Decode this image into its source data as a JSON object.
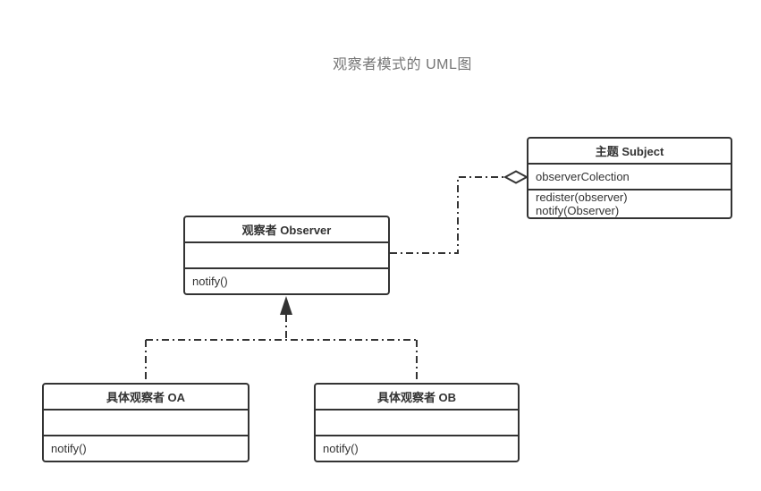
{
  "title": "观察者模式的 UML图",
  "colors": {
    "background": "#ffffff",
    "line": "#333333",
    "text": "#333333",
    "title": "#757575"
  },
  "classes": {
    "subject": {
      "name": "主题 Subject",
      "attributes": [
        "observerColection"
      ],
      "methods": [
        "redister(observer)",
        "notify(Observer)"
      ]
    },
    "observer": {
      "name": "观察者 Observer",
      "attributes": [],
      "methods": [
        "notify()"
      ]
    },
    "concrete_oa": {
      "name": "具体观察者 OA",
      "attributes": [],
      "methods": [
        "notify()"
      ]
    },
    "concrete_ob": {
      "name": "具体观察者 OB",
      "attributes": [],
      "methods": [
        "notify()"
      ]
    }
  },
  "relationships": [
    {
      "type": "aggregation",
      "from": "observer",
      "to": "subject"
    },
    {
      "type": "inheritance",
      "from": "concrete_oa",
      "to": "observer"
    },
    {
      "type": "inheritance",
      "from": "concrete_ob",
      "to": "observer"
    }
  ]
}
